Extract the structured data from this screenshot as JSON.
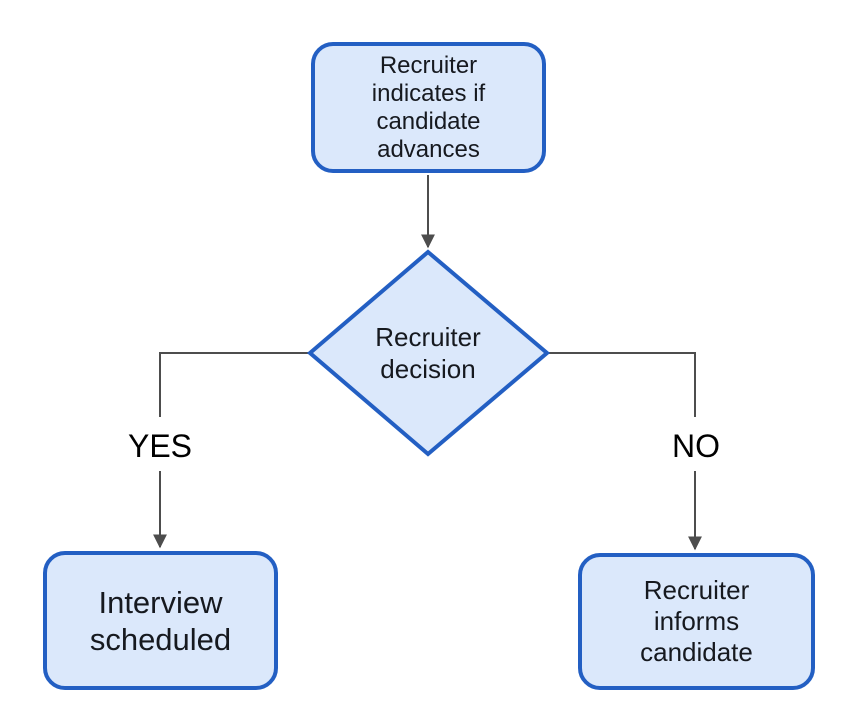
{
  "diagram": {
    "type": "flowchart",
    "colors": {
      "background": "#ffffff",
      "node_fill": "#dbe8fb",
      "node_stroke": "#235fc3",
      "edge_color": "#4d4d4d",
      "text_color": "#16191f"
    },
    "nodes": {
      "start": {
        "shape": "rounded-rectangle",
        "label": "Recruiter\nindicates if\ncandidate\nadvances"
      },
      "decision": {
        "shape": "diamond",
        "label": "Recruiter\ndecision"
      },
      "yes_outcome": {
        "shape": "rounded-rectangle",
        "label": "Interview\nscheduled"
      },
      "no_outcome": {
        "shape": "rounded-rectangle",
        "label": "Recruiter\ninforms\ncandidate"
      }
    },
    "edges": {
      "start_to_decision": {
        "from": "start",
        "to": "decision",
        "label": ""
      },
      "decision_to_yes": {
        "from": "decision",
        "to": "yes_outcome",
        "label": "YES"
      },
      "decision_to_no": {
        "from": "decision",
        "to": "no_outcome",
        "label": "NO"
      }
    }
  }
}
